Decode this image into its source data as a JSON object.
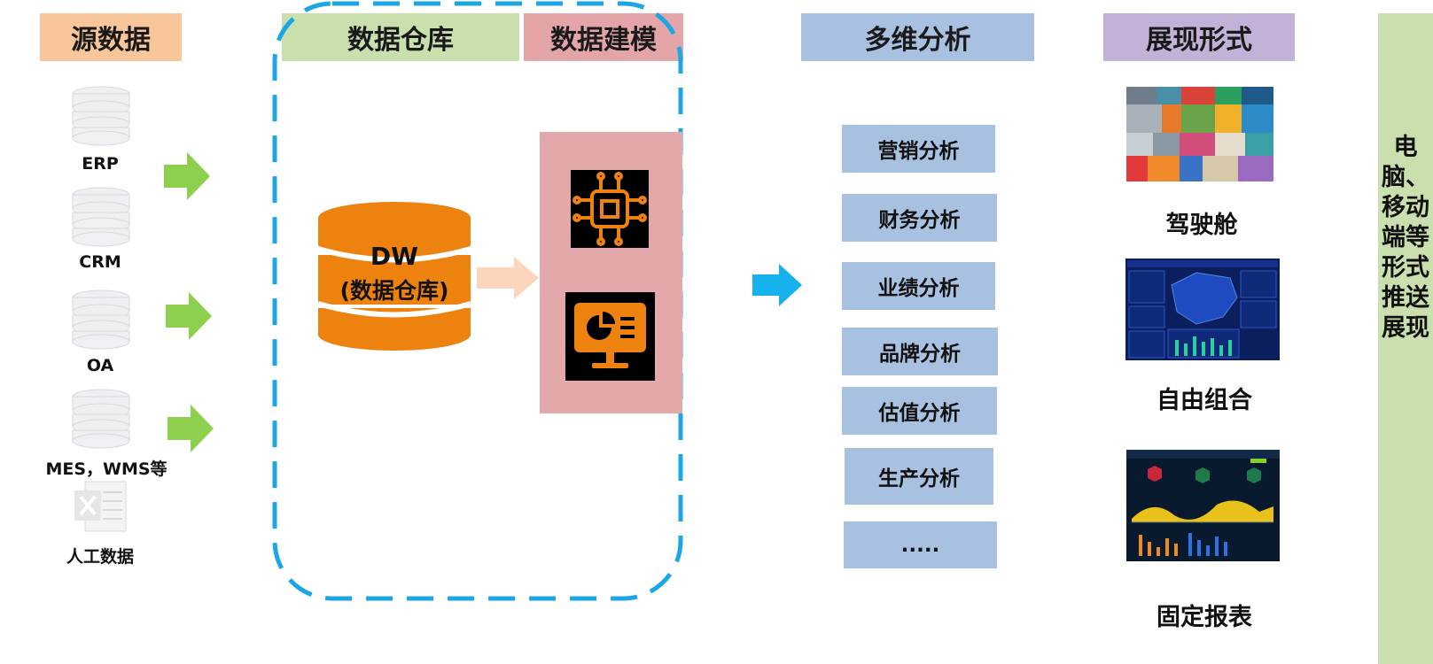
{
  "headers": {
    "source": "源数据",
    "warehouse": "数据仓库",
    "modeling": "数据建模",
    "analysis": "多维分析",
    "display": "展现形式"
  },
  "sources": [
    "ERP",
    "CRM",
    "OA",
    "MES，WMS等",
    "人工数据"
  ],
  "dw": {
    "line1": "DW",
    "line2": "(数据仓库)"
  },
  "analysis_items": [
    "营销分析",
    "财务分析",
    "业绩分析",
    "品牌分析",
    "估值分析",
    "生产分析",
    "....."
  ],
  "display_items": [
    "驾驶舱",
    "自由组合",
    "固定报表"
  ],
  "push_text": "电脑、移动端等形式推送展现",
  "colors": {
    "source_header": "#f9c69b",
    "warehouse_header": "#c9dfae",
    "modeling_header": "#e3a5a8",
    "analysis_header": "#a9c1e0",
    "display_header": "#c2b2d8",
    "dashed_border": "#1ba7e6",
    "dw_orange": "#ee820f",
    "green_arrow": "#8dd04e",
    "blue_arrow": "#16b2ee"
  }
}
